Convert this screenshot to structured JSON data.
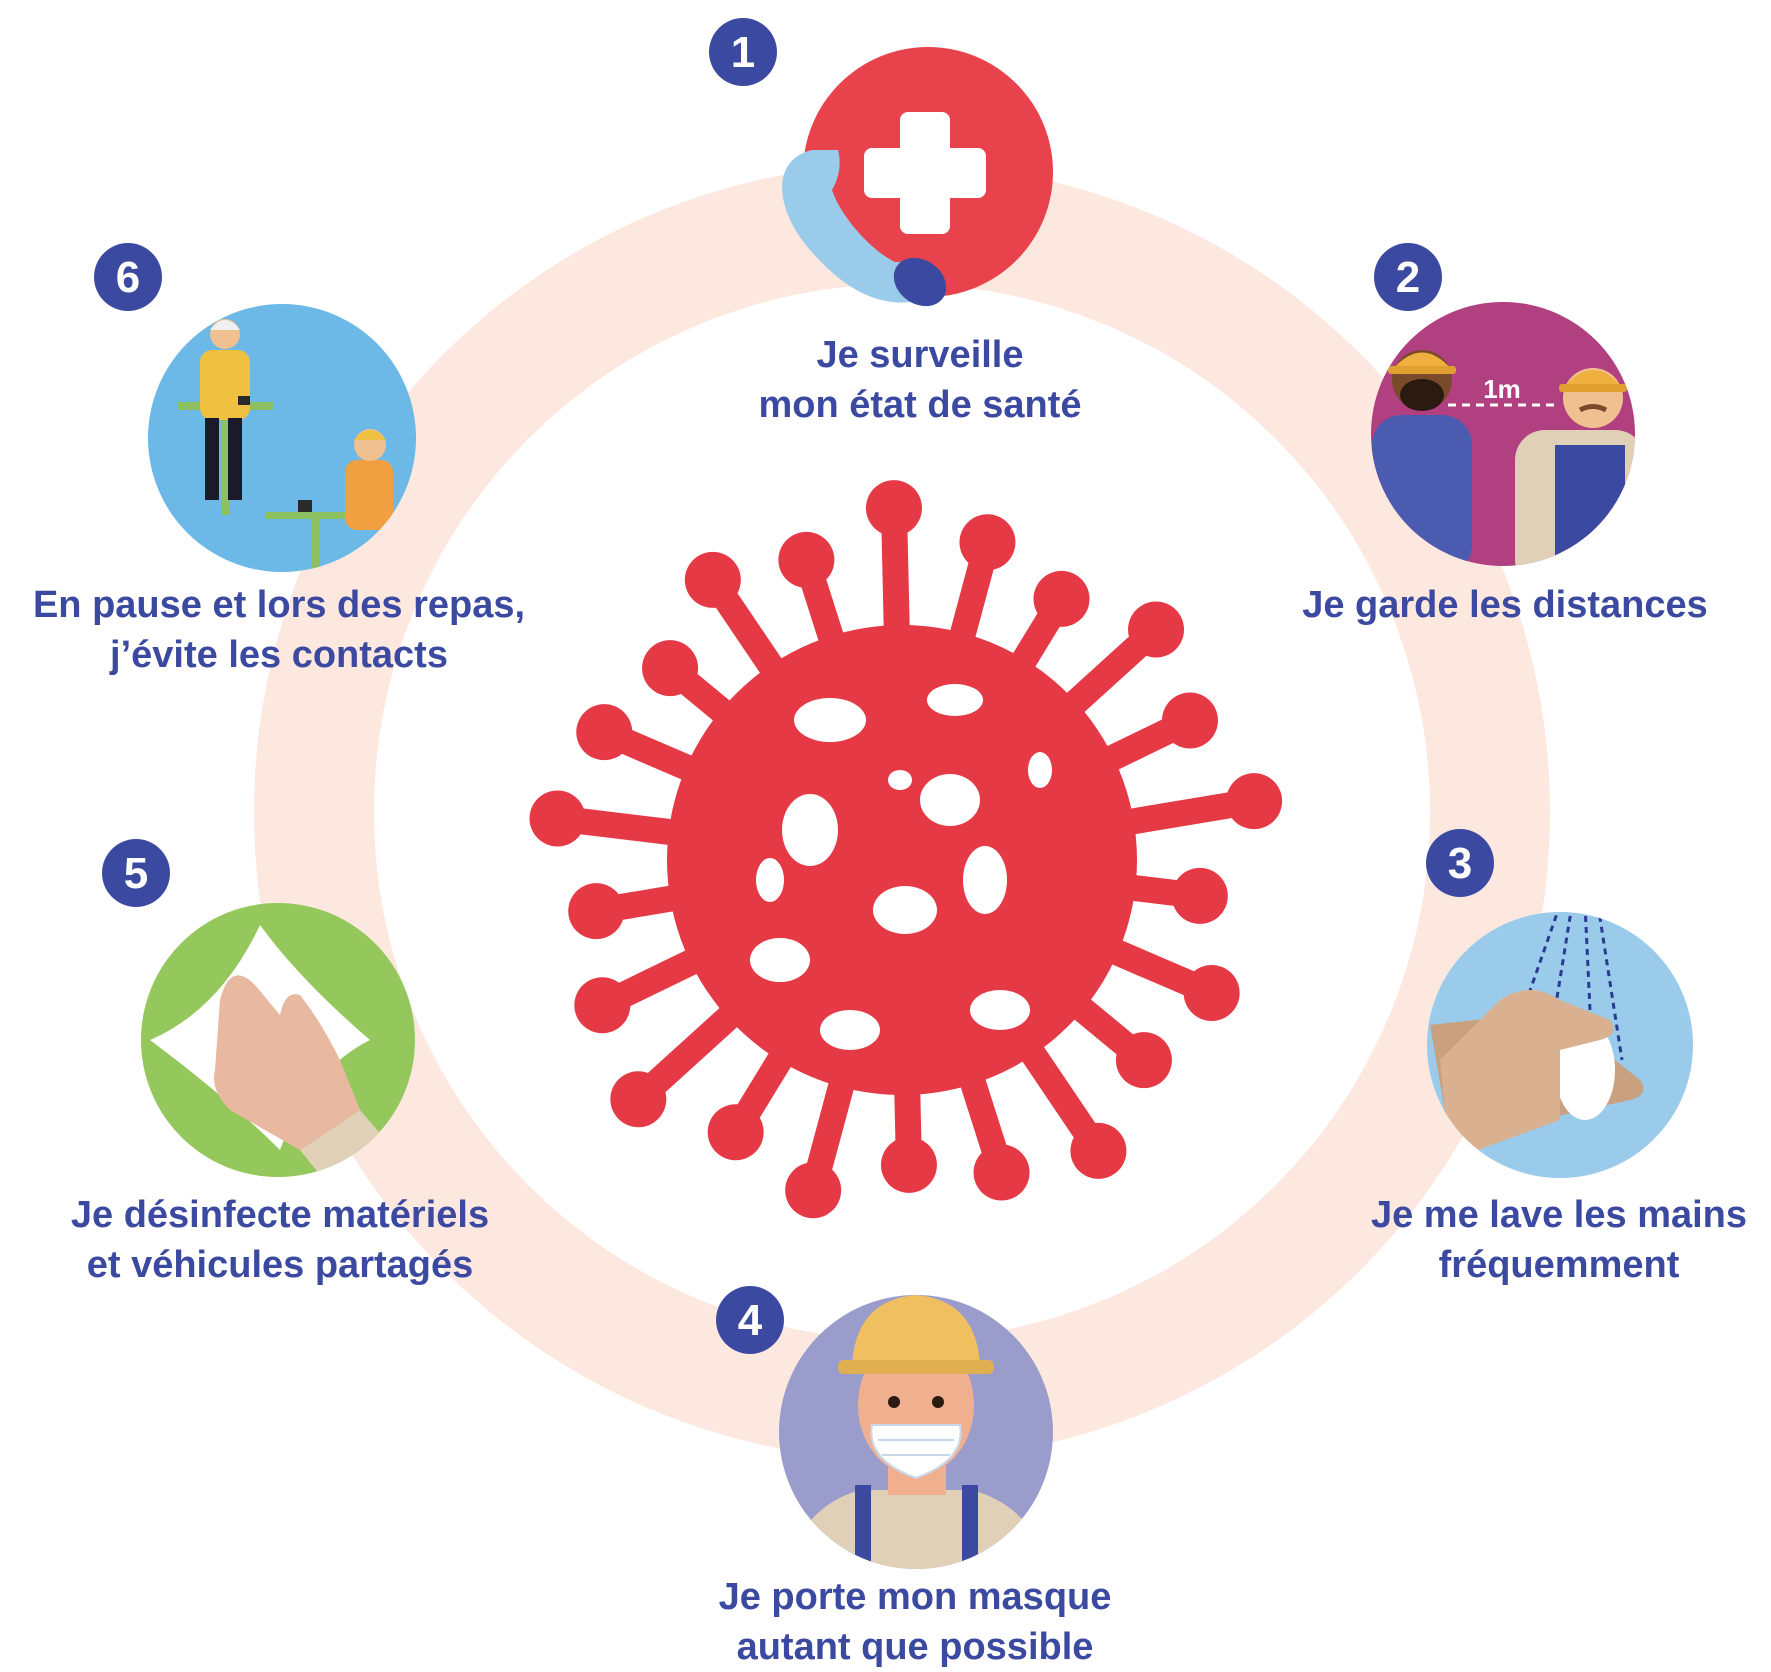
{
  "colors": {
    "ring": "#fde8e0",
    "virus": "#e63946",
    "badge": "#3b4aa0",
    "label": "#3b4aa0"
  },
  "steps": [
    {
      "number": "1",
      "icon": "medical-cross-phone-icon",
      "bg": "#e8434c",
      "lines": [
        "Je surveille",
        "mon état de santé"
      ]
    },
    {
      "number": "2",
      "icon": "workers-distance-icon",
      "bg": "#b04080",
      "distance": "1m",
      "lines": [
        "Je garde les distances"
      ]
    },
    {
      "number": "3",
      "icon": "hand-washing-icon",
      "bg": "#9acbeb",
      "lines": [
        "Je me lave les mains",
        "fréquemment"
      ]
    },
    {
      "number": "4",
      "icon": "worker-mask-icon",
      "bg": "#9a9ccc",
      "lines": [
        "Je porte mon masque",
        "autant que possible"
      ]
    },
    {
      "number": "5",
      "icon": "disinfect-wipe-icon",
      "bg": "#94c85c",
      "lines": [
        "Je désinfecte matériels",
        "et véhicules partagés"
      ]
    },
    {
      "number": "6",
      "icon": "break-meal-icon",
      "bg": "#6cb8e6",
      "lines": [
        "En pause et lors des repas,",
        "j’évite les contacts"
      ]
    }
  ]
}
